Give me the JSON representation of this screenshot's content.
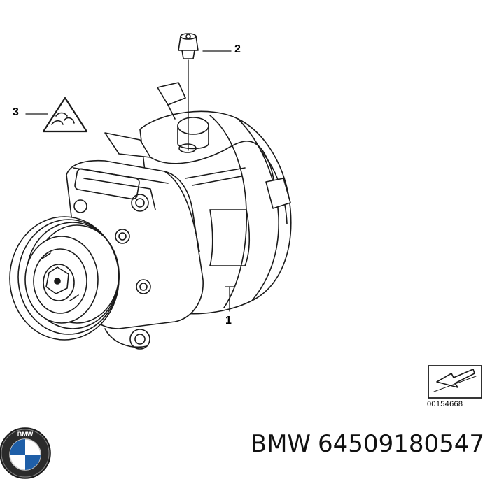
{
  "diagram": {
    "callouts": [
      {
        "id": "1",
        "label": "1"
      },
      {
        "id": "2",
        "label": "2"
      },
      {
        "id": "3",
        "label": "3"
      }
    ],
    "reference_code": "00154668",
    "brand": "BMW",
    "part_number": "64509180547",
    "logo_letters": "BMW"
  }
}
